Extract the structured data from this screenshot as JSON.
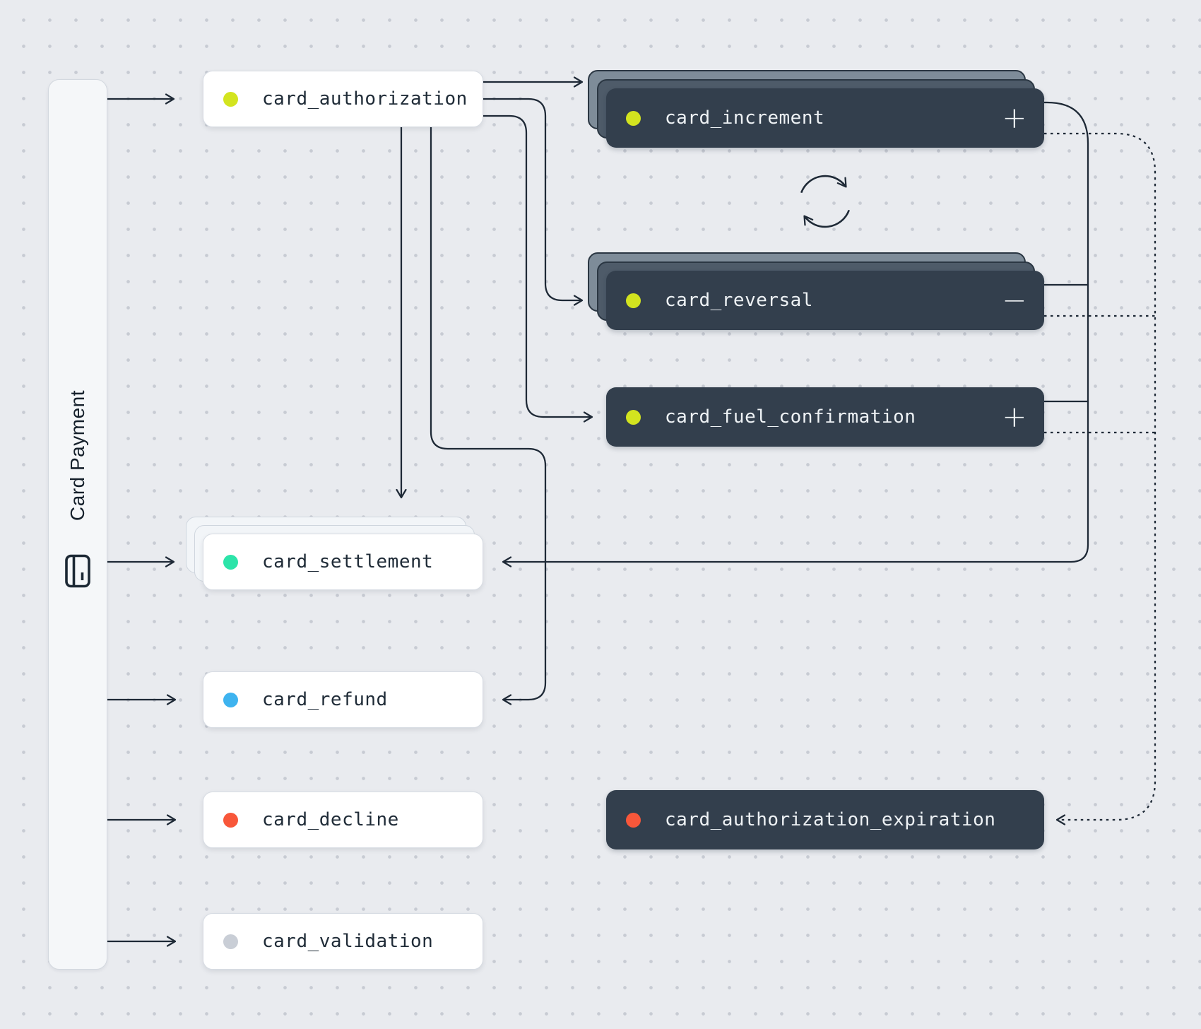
{
  "canvas": {
    "background_color": "#e9ebef",
    "grid_dot_color": "#c7cbd3",
    "edge_color": "#1e2936"
  },
  "sidebar": {
    "label": "Card Payment",
    "icon": "credit-card-icon"
  },
  "nodes": {
    "card_authorization": {
      "label": "card_authorization",
      "dot_color": "#d3e41f",
      "variant": "light",
      "stacked": false,
      "badge": ""
    },
    "card_increment": {
      "label": "card_increment",
      "dot_color": "#d3e41f",
      "variant": "dark",
      "stacked": true,
      "badge": "+"
    },
    "card_reversal": {
      "label": "card_reversal",
      "dot_color": "#d3e41f",
      "variant": "dark",
      "stacked": true,
      "badge": "−"
    },
    "card_fuel_confirmation": {
      "label": "card_fuel_confirmation",
      "dot_color": "#d3e41f",
      "variant": "dark",
      "stacked": false,
      "badge": "+"
    },
    "card_settlement": {
      "label": "card_settlement",
      "dot_color": "#2ce4a9",
      "variant": "light",
      "stacked": true,
      "badge": ""
    },
    "card_refund": {
      "label": "card_refund",
      "dot_color": "#3eb3ef",
      "variant": "light",
      "stacked": false,
      "badge": ""
    },
    "card_decline": {
      "label": "card_decline",
      "dot_color": "#f8573a",
      "variant": "light",
      "stacked": false,
      "badge": ""
    },
    "card_validation": {
      "label": "card_validation",
      "dot_color": "#c9ced6",
      "variant": "light",
      "stacked": false,
      "badge": ""
    },
    "card_authorization_expiration": {
      "label": "card_authorization_expiration",
      "dot_color": "#f8573a",
      "variant": "dark",
      "stacked": false,
      "badge": ""
    }
  },
  "icons": {
    "refresh": "refresh-cycle-icon"
  }
}
